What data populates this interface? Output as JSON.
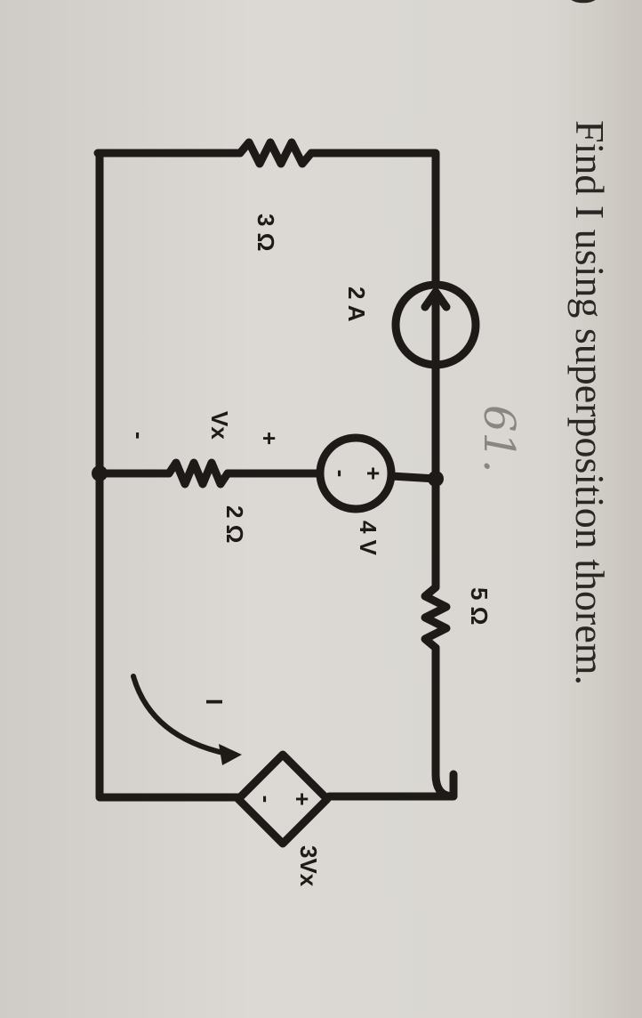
{
  "question": {
    "number_mark": ")",
    "text": "Find I using superposition thorem.",
    "handwritten_note": "61."
  },
  "circuit": {
    "resistor_top": "3 Ω",
    "current_source": "2 A",
    "voltage_source": "4 V",
    "resistor_middle": "2 Ω",
    "vx_label": "Vx",
    "vx_plus": "+",
    "vx_minus": "-",
    "resistor_right": "5 Ω",
    "current_label": "I",
    "dependent_source": "3Vx",
    "source_plus": "+",
    "source_minus": "-"
  },
  "colors": {
    "ink": "#1e1a18",
    "paper": "#d9d6d1"
  }
}
